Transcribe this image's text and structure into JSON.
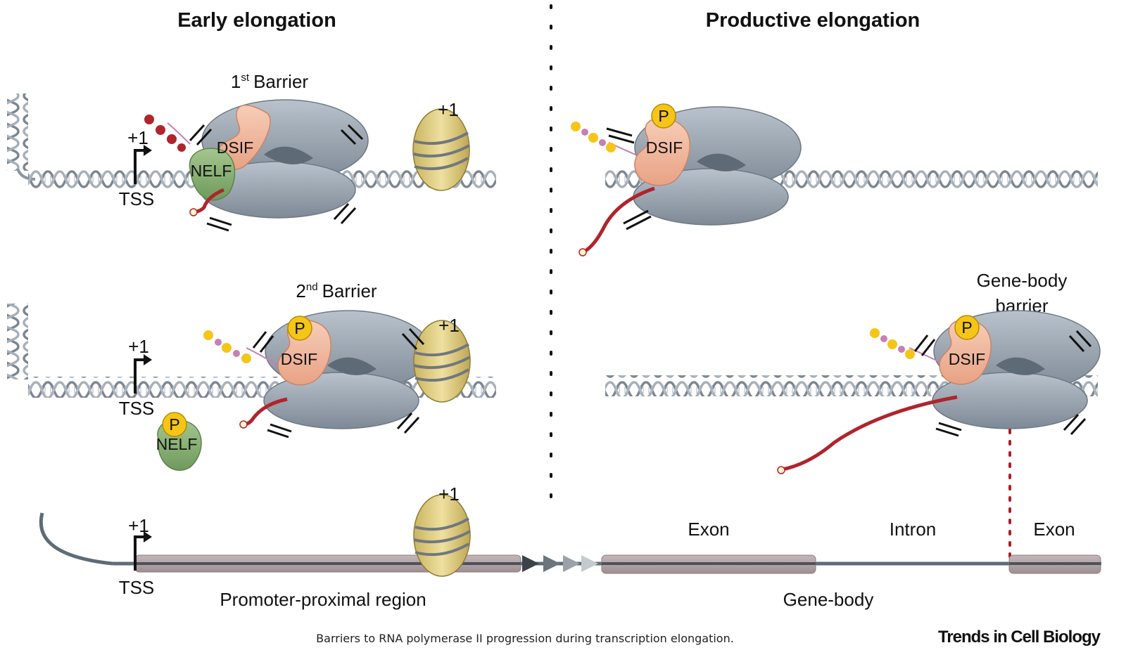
{
  "panels": {
    "left_title": "Early elongation",
    "right_title": "Productive elongation"
  },
  "barriers": {
    "first": {
      "prefix": "1",
      "sup": "st",
      "word": "Barrier"
    },
    "second": {
      "prefix": "2",
      "sup": "nd",
      "word": "Barrier"
    },
    "gene_body_line1": "Gene-body",
    "gene_body_line2": "barrier"
  },
  "labels": {
    "tss": "TSS",
    "plus_one": "+1",
    "dsif": "DSIF",
    "nelf": "NELF",
    "phospho": "P"
  },
  "gene_map": {
    "exon_left": "Exon",
    "intron": "Intron",
    "exon_right": "Exon",
    "promoter_region": "Promoter-proximal region",
    "gene_body": "Gene-body"
  },
  "caption": "Barriers to RNA polymerase II progression during transcription elongation.",
  "brand": "Trends in Cell Biology",
  "colors": {
    "polymerase": "#9aa5b1",
    "dsif": "#f2b9a0",
    "nelf": "#8fb57b",
    "phospho": "#f5c518",
    "rna": "#b0242c",
    "nucleosome": "#e6d48a",
    "dna": "#8c96a0"
  }
}
